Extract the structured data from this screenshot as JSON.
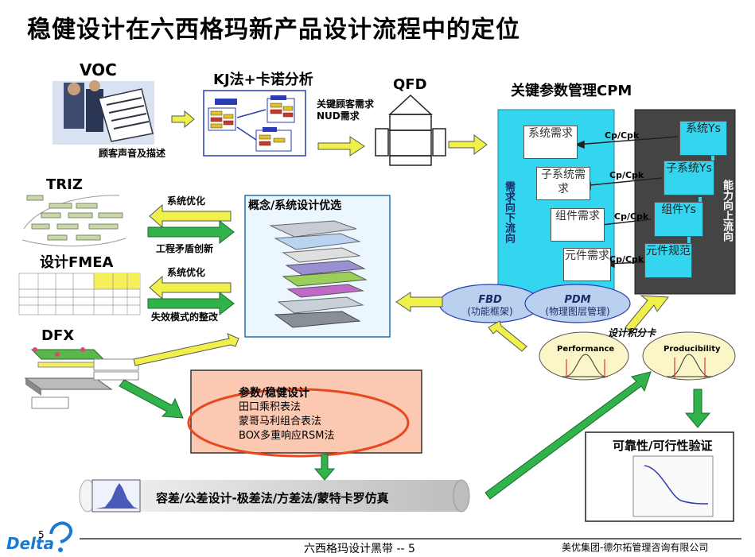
{
  "title": "稳健设计在六西格玛新产品设计流程中的定位",
  "voc": {
    "label": "VOC",
    "caption": "顾客声音及描述"
  },
  "kj": {
    "label": "KJ法+卡诺分析"
  },
  "needs": {
    "line1": "关键顾客需求",
    "line2": "NUD需求"
  },
  "qfd": {
    "label": "QFD"
  },
  "cpm": {
    "label": "关键参数管理CPM",
    "left": [
      "系统需求",
      "子系统需求",
      "组件需求",
      "元件需求"
    ],
    "right": [
      "系统Ys",
      "子系统Ys",
      "组件Ys",
      "元件规范"
    ],
    "link": "Cp/Cpk",
    "down_label": "需求向下流向",
    "up_label": "能力向上流向"
  },
  "triz": {
    "label": "TRIZ"
  },
  "fmea": {
    "label": "设计FMEA"
  },
  "arrows": {
    "sys_opt_1": "系统优化",
    "eng_conflict": "工程矛盾创新",
    "sys_opt_2": "系统优化",
    "failure_mode": "失效模式的整改"
  },
  "concept": {
    "label": "概念/系统设计优选"
  },
  "fbd": {
    "title": "FBD",
    "sub": "(功能框架)"
  },
  "pdm": {
    "title": "PDM",
    "sub": "(物理图层管理)"
  },
  "scorecard": {
    "label": "设计积分卡",
    "performance": "Performance",
    "producibility": "Producibility"
  },
  "dfx": {
    "label": "DFX"
  },
  "robust": {
    "title": "参数/稳健设计",
    "items": [
      "田口乘积表法",
      "蒙哥马利组合表法",
      "BOX多重响应RSM法"
    ]
  },
  "tolerance": {
    "label": "容差/公差设计-极差法/方差法/蒙特卡罗仿真"
  },
  "verify": {
    "label": "可靠性/可行性验证"
  },
  "footer": {
    "logo": "Delta",
    "page": "5",
    "center": "六西格玛设计黑带 -- 5",
    "right": "美优集团-德尔拓管理咨询有限公司"
  },
  "colors": {
    "yellow_arrow": "#f0f04a",
    "green_arrow": "#2fb34a",
    "cyan": "#33d6ee",
    "dark_gray": "#444444",
    "peach": "#fbc8b2",
    "red_ellipse": "#e8481e"
  }
}
